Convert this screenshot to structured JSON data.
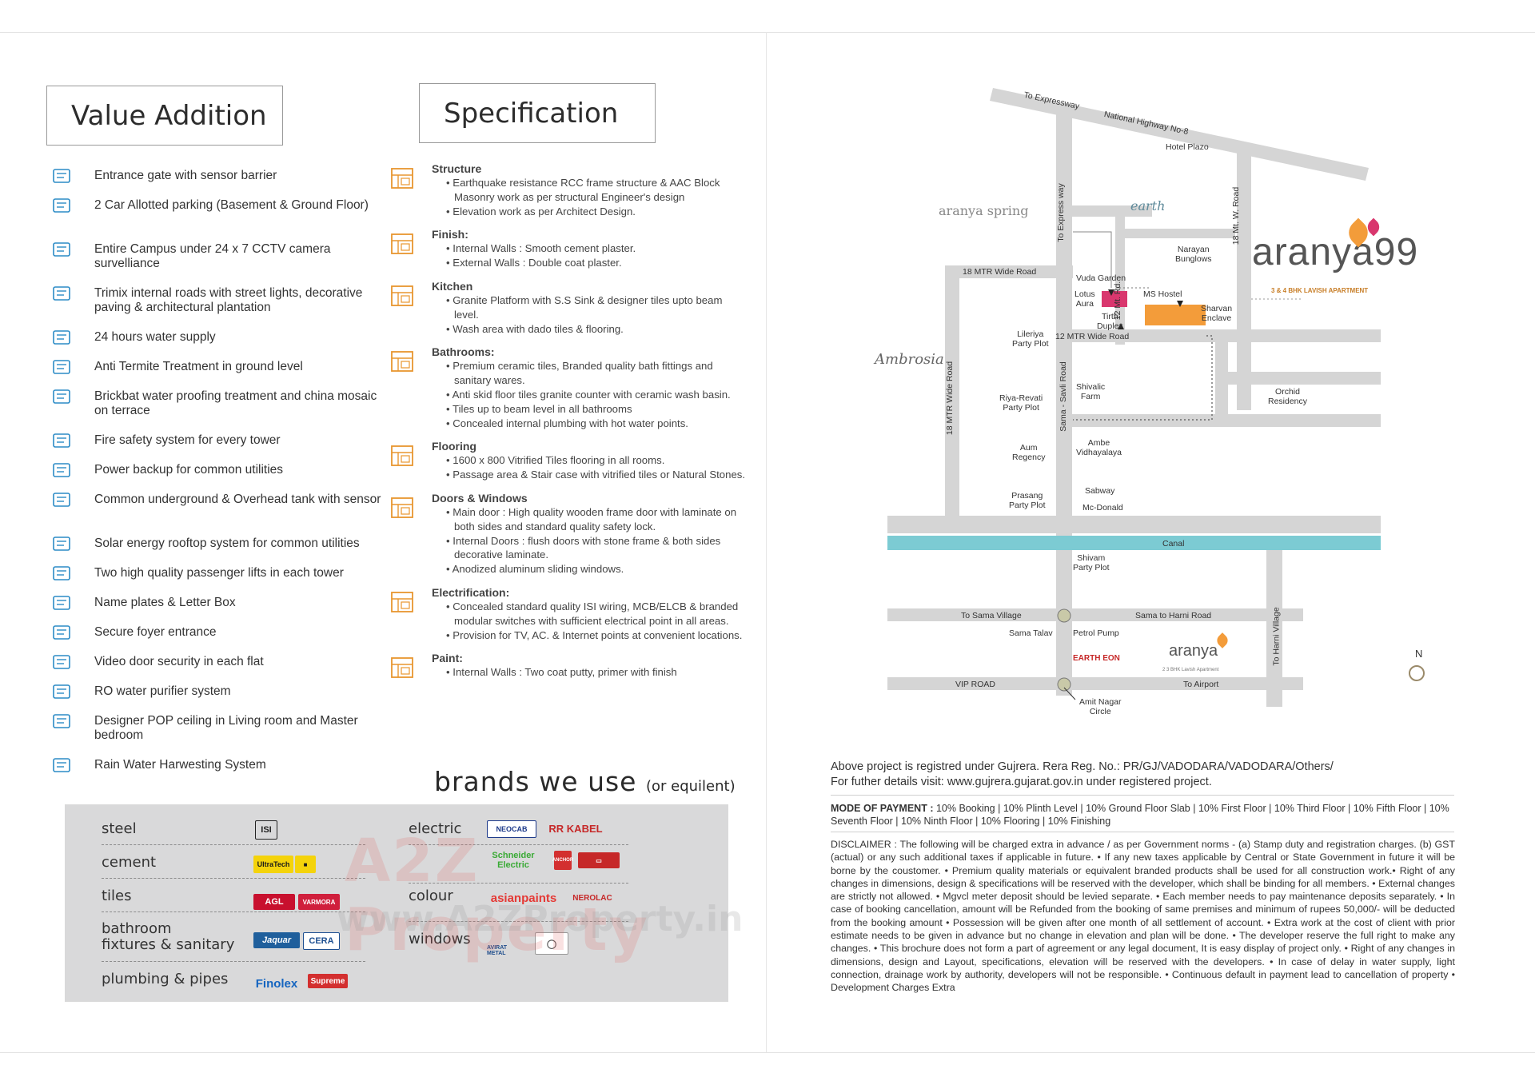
{
  "value_addition": {
    "title": "Value Addition",
    "items": [
      {
        "icon": "gate-icon",
        "text": "Entrance gate with sensor barrier"
      },
      {
        "icon": "car-parking-icon",
        "text": "2 Car Allotted parking (Basement & Ground Floor)"
      },
      {
        "icon": "cctv-icon",
        "text": "Entire Campus under 24 x 7 CCTV camera survelliance"
      },
      {
        "icon": "street-light-icon",
        "text": "Trimix internal roads with street lights, decorative paving & architectural plantation"
      },
      {
        "icon": "water-tap-icon",
        "text": "24 hours water supply"
      },
      {
        "icon": "anti-termite-icon",
        "text": "Anti Termite Treatment in ground level"
      },
      {
        "icon": "waterproofing-icon",
        "text": "Brickbat water proofing treatment and china mosaic on terrace"
      },
      {
        "icon": "fire-extinguisher-icon",
        "text": "Fire safety system for every tower"
      },
      {
        "icon": "power-icon",
        "text": "Power backup for common utilities"
      },
      {
        "icon": "water-tank-icon",
        "text": "Common underground & Overhead tank with sensor"
      },
      {
        "icon": "solar-panel-icon",
        "text": "Solar energy rooftop system for common utilities"
      },
      {
        "icon": "lift-icon",
        "text": "Two high quality passenger lifts in each tower"
      },
      {
        "icon": "letter-box-icon",
        "text": "Name plates & Letter Box"
      },
      {
        "icon": "foyer-icon",
        "text": "Secure foyer entrance"
      },
      {
        "icon": "video-door-icon",
        "text": "Video door security in each flat"
      },
      {
        "icon": "water-purifier-icon",
        "text": "RO water purifier system"
      },
      {
        "icon": "pop-ceiling-icon",
        "text": "Designer POP ceiling in Living room and Master bedroom"
      },
      {
        "icon": "rain-harvesting-icon",
        "text": "Rain Water Harwesting System"
      }
    ]
  },
  "specification": {
    "title": "Specification",
    "sections": [
      {
        "icon": "structure-icon",
        "heading": "Structure",
        "bullets": [
          "Earthquake resistance RCC frame structure & AAC Block Masonry work as per structural Engineer's  design",
          "Elevation work as per Architect Design."
        ]
      },
      {
        "icon": "finish-icon",
        "heading": "Finish:",
        "bullets": [
          "Internal Walls : Smooth cement plaster.",
          "External Walls : Double coat plaster."
        ]
      },
      {
        "icon": "kitchen-icon",
        "heading": "Kitchen",
        "bullets": [
          "Granite Platform with S.S Sink & designer tiles upto beam level.",
          "Wash area with dado tiles & flooring."
        ]
      },
      {
        "icon": "bathroom-icon",
        "heading": "Bathrooms:",
        "bullets": [
          "Premium ceramic tiles, Branded quality bath fittings and sanitary wares.",
          "Anti skid floor tiles granite counter with ceramic wash basin.",
          "Tiles up to beam level in all bathrooms",
          "Concealed internal plumbing with hot water points."
        ]
      },
      {
        "icon": "flooring-icon",
        "heading": "Flooring",
        "bullets": [
          "1600 x 800 Vitrified Tiles flooring in all rooms.",
          "Passage area & Stair case with vitrified tiles or Natural Stones."
        ]
      },
      {
        "icon": "doors-icon",
        "heading": "Doors & Windows",
        "bullets": [
          "Main door : High quality wooden frame door with laminate on both sides  and standard quality safety lock.",
          "Internal Doors : flush doors with stone frame & both sides decorative laminate.",
          "Anodized aluminum sliding windows."
        ]
      },
      {
        "icon": "electrification-icon",
        "heading": "Electrification:",
        "bullets": [
          "Concealed standard quality ISI wiring, MCB/ELCB & branded modular switches with sufficient electrical point in all areas.",
          "Provision for TV, AC. & Internet points at convenient locations."
        ]
      },
      {
        "icon": "paint-icon",
        "heading": "Paint:",
        "bullets": [
          "Internal Walls : Two coat putty, primer with finish"
        ]
      }
    ]
  },
  "brands": {
    "title": "brands we use",
    "subtitle": "(or equilent)",
    "left_rows": [
      "steel",
      "cement",
      "tiles",
      "bathroom\nfixtures & sanitary",
      "plumbing & pipes"
    ],
    "right_rows": [
      "electric",
      "colour",
      "windows"
    ],
    "logos": {
      "isi": "ISI",
      "ultratech": "UltraTech",
      "agl": "AGL",
      "varmora": "VARMORA",
      "jaquar": "Jaquar",
      "cera": "CERA",
      "finolex": "Finolex",
      "supreme": "Supreme",
      "neocab": "NEOCAB",
      "rrkabel": "RR KABEL",
      "schneider": "Schneider Electric",
      "anchor": "ANCHOR",
      "asianpaints": "asianpaints",
      "nerolac": "NEROLAC",
      "avirat": "AVIRAT METAL"
    },
    "watermark1": "A2Z Property",
    "watermark2": "www.A2ZProperty.in"
  },
  "map": {
    "roads": {
      "to_expressway_top": "To Expressway",
      "nh8": "National Highway No-8",
      "to_express_way": "To Express way",
      "r18_mtr_w": "18 Mt. W. Road",
      "r18_wide_top": "18 MTR Wide Road",
      "r12_mt": "12 Mt. Rd.",
      "r12_wide": "12 MTR Wide Road",
      "r18_wide_vert": "18 MTR Wide Road",
      "sama_savli": "Sama - Savli Road",
      "canal": "Canal",
      "to_sama_village": "To Sama Village",
      "sama_harni": "Sama to Harni Road",
      "to_harni_village": "To Harni Village",
      "vip_road": "VIP ROAD",
      "to_airport": "To Airport"
    },
    "places": {
      "hotel_plazo": "Hotel Plazo",
      "narayan": "Narayan\nBunglows",
      "vuda_garden": "Vuda Garden",
      "lotus_aura": "Lotus\nAura",
      "ms_hostel": "MS Hostel",
      "tirth_duplex": "Tirth\nDuplex",
      "sharvan": "Sharvan\nEnclave",
      "lileriya": "Lileriya\nParty Plot",
      "shivalic": "Shivalic\nFarm",
      "riya_revati": "Riya-Revati\nParty Plot",
      "orchid": "Orchid\nResidency",
      "ambe": "Ambe\nVidhayalaya",
      "aum": "Aum\nRegency",
      "sabway": "Sabway",
      "prasang": "Prasang\nParty Plot",
      "mcdonald": "Mc-Donald",
      "shivam": "Shivam\nParty Plot",
      "sama_talav": "Sama Talav",
      "petrol_pump": "Petrol Pump",
      "amit_nagar": "Amit Nagar\nCircle"
    },
    "logos": {
      "aranya_spring": "aranya spring",
      "earth": "earth",
      "ambrosia": "Ambrosia",
      "earthon": "EARTH EON",
      "aranya_small": "aranya",
      "aranya_small_sub": "2 3 BHK Lavish Apartment",
      "brand_main": "aranya99",
      "brand_tag": "3 & 4 BHK LAVISH APARTMENT"
    },
    "north": "N",
    "colors": {
      "canal": "#7ccbd3",
      "site": "#f39c3a",
      "marker": "#d9376e"
    }
  },
  "rera": {
    "line1": "Above project is registred under Gujrera. Rera Reg. No.: PR/GJ/VADODARA/VADODARA/Others/",
    "line2": "For futher details visit: www.gujrera.gujarat.gov.in under registered project."
  },
  "payment": {
    "label": "MODE OF PAYMENT :",
    "text": " 10% Booking  |  10% Plinth Level  |  10% Ground Floor Slab  |  10% First Floor  |  10% Third Floor  |  10% Fifth Floor  |  10% Seventh Floor  |  10% Ninth Floor  |  10% Flooring  |  10% Finishing"
  },
  "disclaimer": "DISCLAIMER : The following will be charged extra in advance / as per Government norms - (a) Stamp duty and registration charges. (b) GST (actual) or any such additional taxes if applicable in future.  • If any new taxes applicable by Central or State Government in future it will be borne by the coustomer. • Premium quality materials or equivalent branded products shall be used for all construction work.• Right of any changes in dimensions, design & specifications will be reserved with the developer, which shall be binding for all members. • External changes are strictly not allowed. • Mgvcl meter deposit should be levied separate. • Each member needs to pay maintenance deposits separately. • In case of booking cancellation, amount will be Refunded from the booking of same premises and minimum of rupees 50,000/- will be deducted from the booking amount • Possession will be given after one month of all settlement of account. • Extra work at the cost of client with prior estimate needs to be given in advance but no change in elevation and plan will be done. • The developer reserve the full right to make any changes. • This brochure does not form a part of agreement or any legal document, It is easy display of project only. •  Right of any changes in dimensions, design and Layout, specifications, elevation will be reserved with the developers.  • In case of delay in water supply, light connection, drainage work by authority, developers will not be responsible. • Continuous default in payment lead to cancellation of property  •  Development Charges Extra"
}
